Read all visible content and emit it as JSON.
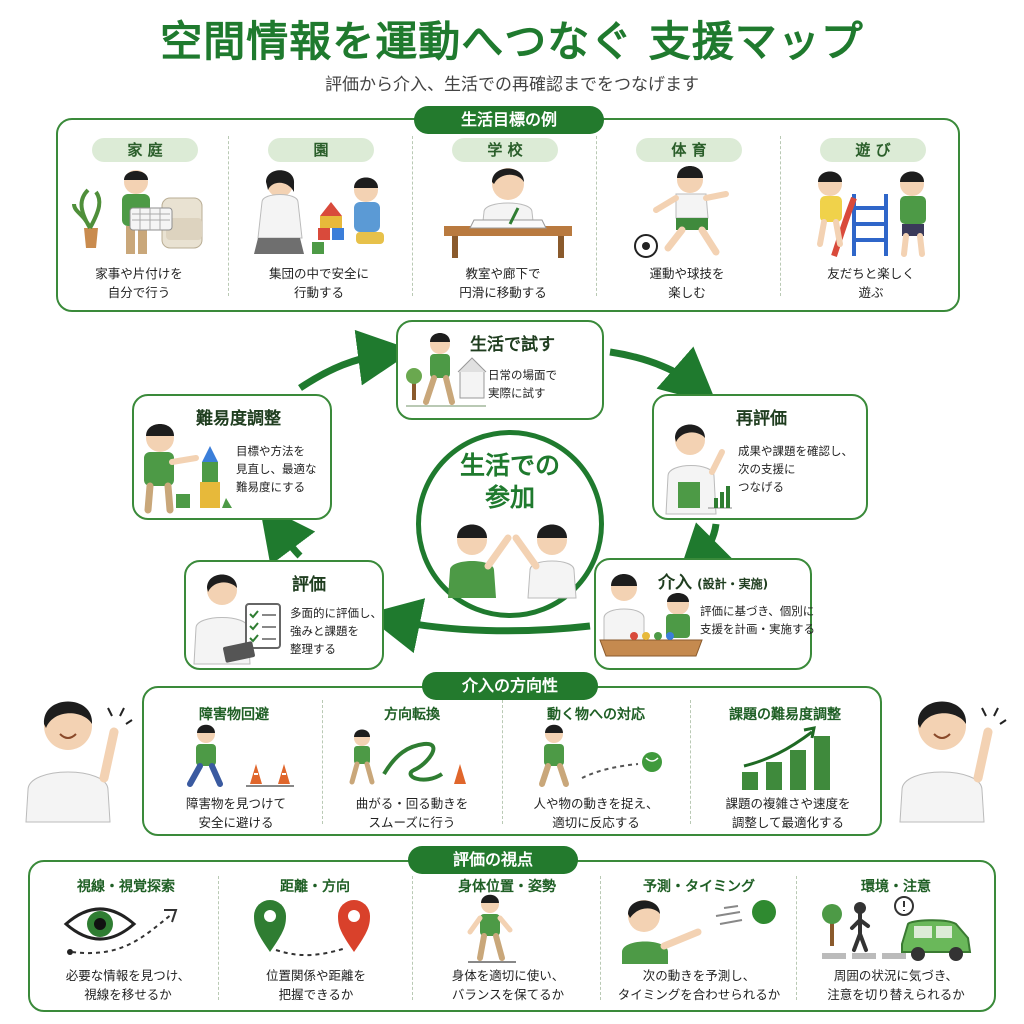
{
  "header": {
    "title": "空間情報を運動へつなぐ 支援マップ",
    "subtitle": "評価から介入、生活での再確認までをつなげます"
  },
  "life_goals": {
    "label": "生活目標の例",
    "items": [
      {
        "tag": "家 庭",
        "line1": "家事や片付けを",
        "line2": "自分で行う"
      },
      {
        "tag": "園",
        "line1": "集団の中で安全に",
        "line2": "行動する"
      },
      {
        "tag": "学 校",
        "line1": "教室や廊下で",
        "line2": "円滑に移動する"
      },
      {
        "tag": "体 育",
        "line1": "運動や球技を",
        "line2": "楽しむ"
      },
      {
        "tag": "遊 び",
        "line1": "友だちと楽しく",
        "line2": "遊ぶ"
      }
    ]
  },
  "cycle": {
    "center_line1": "生活での",
    "center_line2": "参加",
    "steps": {
      "try": {
        "title": "生活で試す",
        "line1": "日常の場面で",
        "line2": "実際に試す"
      },
      "reeval": {
        "title": "再評価",
        "line1": "成果や課題を確認し、",
        "line2": "次の支援に",
        "line3": "つなげる"
      },
      "intervene": {
        "title": "介入",
        "sub": "(設計・実施)",
        "line1": "評価に基づき、個別に",
        "line2": "支援を計画・実施する"
      },
      "eval": {
        "title": "評価",
        "line1": "多面的に評価し、",
        "line2": "強みと課題を",
        "line3": "整理する"
      },
      "adjust": {
        "title": "難易度調整",
        "line1": "目標や方法を",
        "line2": "見直し、最適な",
        "line3": "難易度にする"
      }
    }
  },
  "directions": {
    "label": "介入の方向性",
    "items": [
      {
        "head": "障害物回避",
        "line1": "障害物を見つけて",
        "line2": "安全に避ける"
      },
      {
        "head": "方向転換",
        "line1": "曲がる・回る動きを",
        "line2": "スムーズに行う"
      },
      {
        "head": "動く物への対応",
        "line1": "人や物の動きを捉え、",
        "line2": "適切に反応する"
      },
      {
        "head": "課題の難易度調整",
        "line1": "課題の複雑さや速度を",
        "line2": "調整して最適化する"
      }
    ]
  },
  "viewpoints": {
    "label": "評価の視点",
    "items": [
      {
        "head": "視線・視覚探索",
        "line1": "必要な情報を見つけ、",
        "line2": "視線を移せるか"
      },
      {
        "head": "距離・方向",
        "line1": "位置関係や距離を",
        "line2": "把握できるか"
      },
      {
        "head": "身体位置・姿勢",
        "line1": "身体を適切に使い、",
        "line2": "バランスを保てるか"
      },
      {
        "head": "予測・タイミング",
        "line1": "次の動きを予測し、",
        "line2": "タイミングを合わせられるか"
      },
      {
        "head": "環境・注意",
        "line1": "周囲の状況に気づき、",
        "line2": "注意を切り替えられるか"
      }
    ]
  },
  "colors": {
    "brand_green": "#1f7a2e",
    "light_green": "#dcebd6",
    "accent_red": "#d9412b"
  }
}
